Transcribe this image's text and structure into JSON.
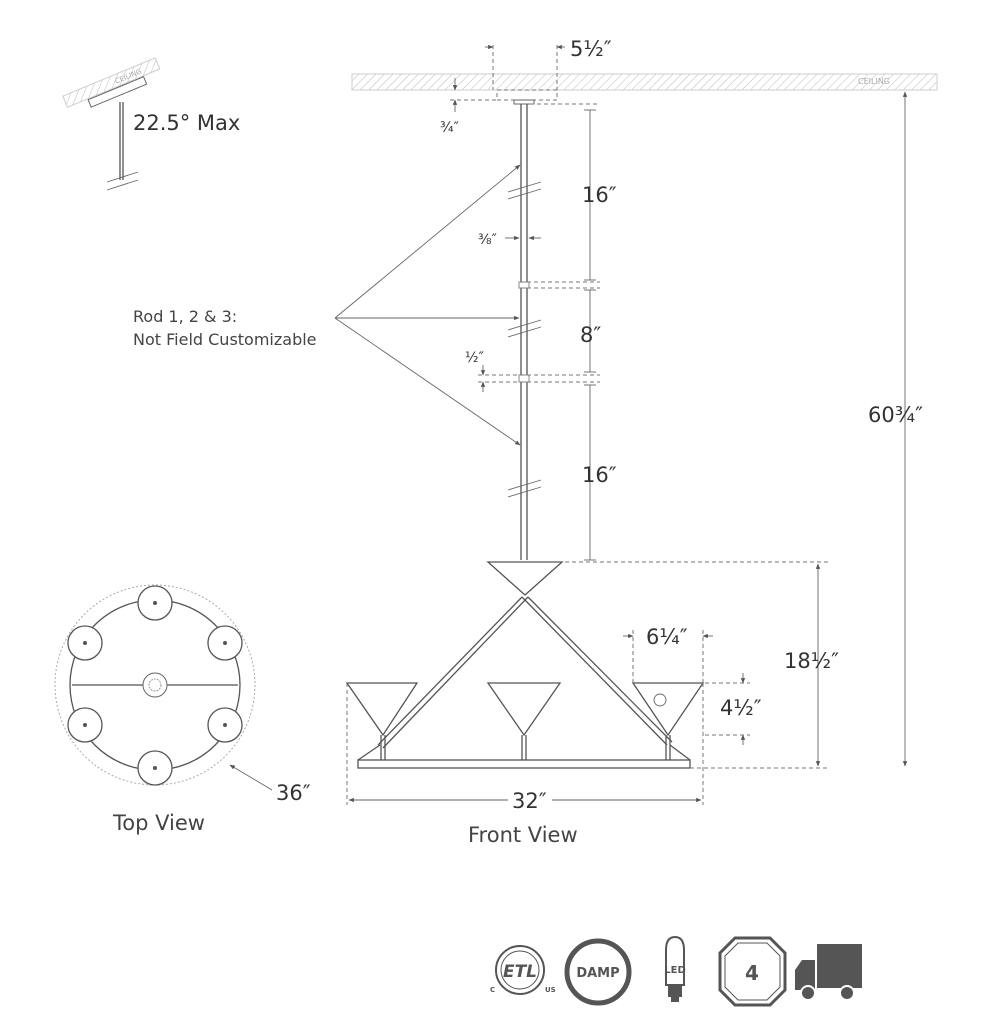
{
  "title_labels": {
    "ceiling": "CEILING",
    "slope": "22.5° Max"
  },
  "dimensions": {
    "canopy_width": "5½″",
    "canopy_height": "¾″",
    "rod1_length": "16″",
    "rod_diameter": "⅜″",
    "rod2_length": "8″",
    "coupler": "½″",
    "rod3_length": "16″",
    "overall_height": "60¾″",
    "fixture_height": "18½″",
    "shade_width": "6¼″",
    "shade_height": "4½″",
    "fixture_width": "32″",
    "diameter": "36″"
  },
  "notes": {
    "rod_line1": "Rod 1, 2 & 3:",
    "rod_line2": "Not Field Customizable"
  },
  "views": {
    "top": "Top View",
    "front": "Front View"
  },
  "badges": {
    "etl": "ETL",
    "etl_c": "C",
    "etl_us": "US",
    "damp": "DAMP",
    "led": "LED",
    "lamp_count": "4"
  },
  "colors": {
    "line": "#555555",
    "badge": "#555555"
  }
}
